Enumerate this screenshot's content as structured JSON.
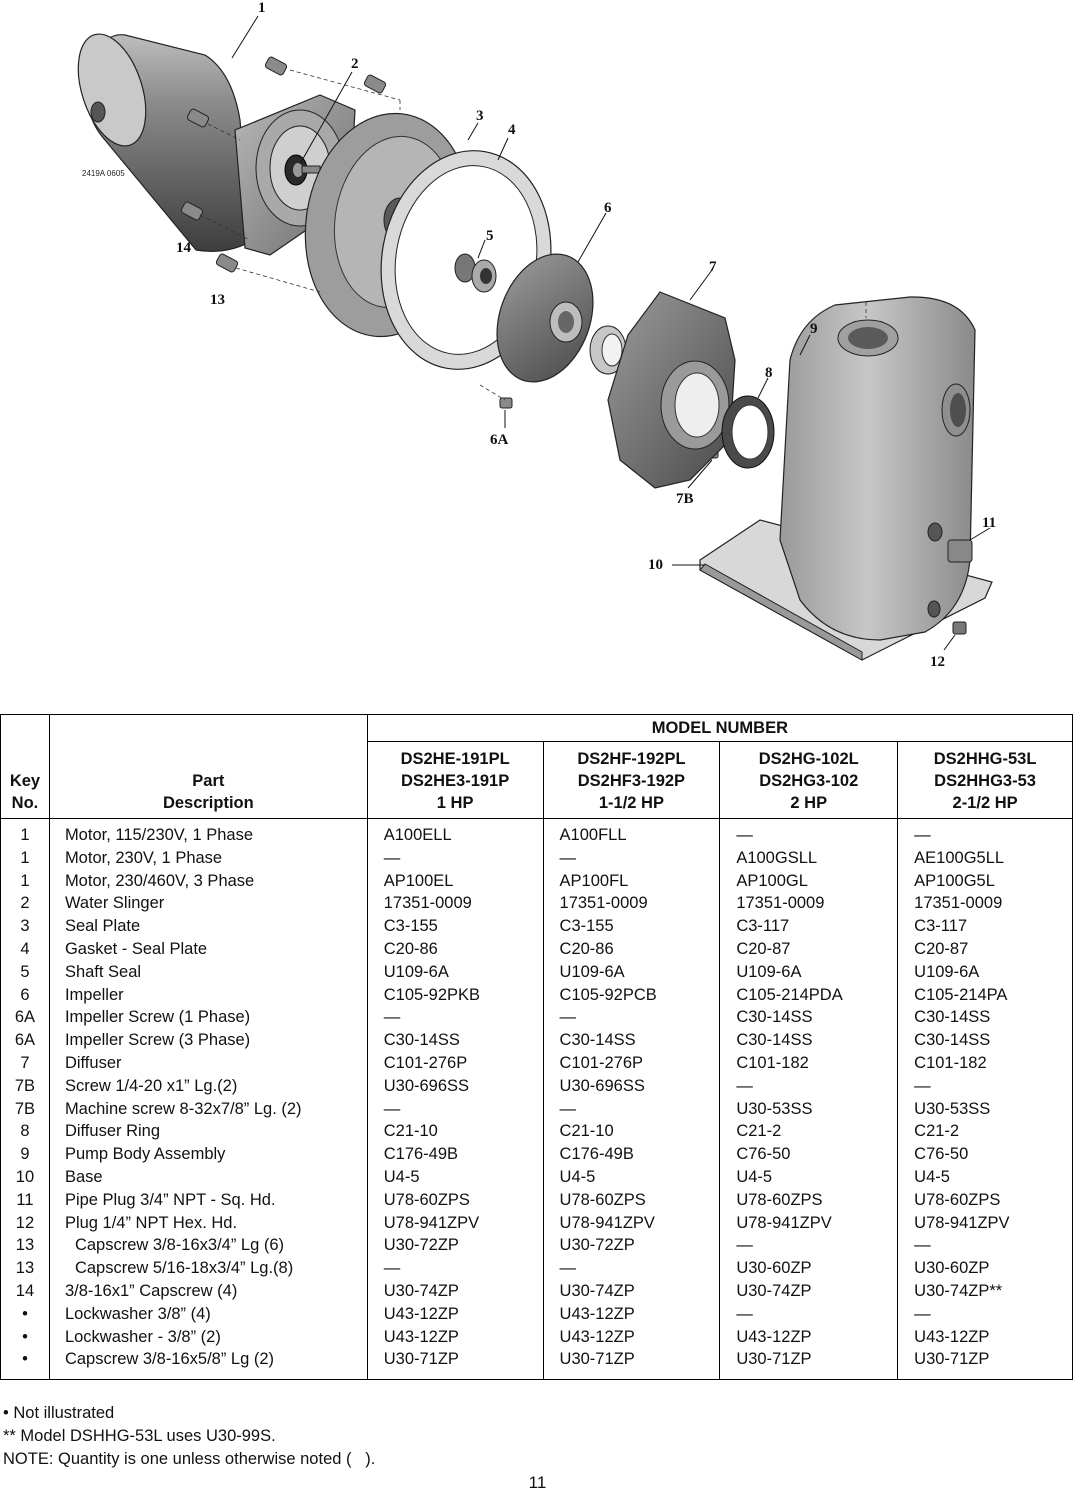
{
  "diagram": {
    "drawing_id": "2419A  0605",
    "callouts": [
      "1",
      "2",
      "3",
      "4",
      "5",
      "6",
      "6A",
      "7",
      "7B",
      "8",
      "9",
      "10",
      "11",
      "12",
      "13",
      "14"
    ]
  },
  "table": {
    "group_header": "MODEL NUMBER",
    "key_header": [
      "Key",
      "No."
    ],
    "desc_header": [
      "Part",
      "Description"
    ],
    "models": [
      {
        "lines": [
          "DS2HE-191PL",
          "DS2HE3-191P",
          "1 HP"
        ]
      },
      {
        "lines": [
          "DS2HF-192PL",
          "DS2HF3-192P",
          "1-1/2 HP"
        ]
      },
      {
        "lines": [
          "DS2HG-102L",
          "DS2HG3-102",
          "2 HP"
        ]
      },
      {
        "lines": [
          "DS2HHG-53L",
          "DS2HHG3-53",
          "2-1/2 HP"
        ]
      }
    ],
    "rows": [
      {
        "key": "1",
        "desc": "Motor, 115/230V, 1 Phase",
        "parts": [
          "A100ELL",
          "A100FLL",
          "—",
          "—"
        ]
      },
      {
        "key": "1",
        "desc": "Motor, 230V, 1 Phase",
        "parts": [
          "—",
          "—",
          "A100GSLL",
          "AE100G5LL"
        ]
      },
      {
        "key": "1",
        "desc": "Motor, 230/460V, 3 Phase",
        "parts": [
          "AP100EL",
          "AP100FL",
          "AP100GL",
          "AP100G5L"
        ]
      },
      {
        "key": "2",
        "desc": "Water Slinger",
        "parts": [
          "17351-0009",
          "17351-0009",
          "17351-0009",
          "17351-0009"
        ]
      },
      {
        "key": "3",
        "desc": "Seal Plate",
        "parts": [
          "C3-155",
          "C3-155",
          "C3-117",
          "C3-117"
        ]
      },
      {
        "key": "4",
        "desc": "Gasket - Seal Plate",
        "parts": [
          "C20-86",
          "C20-86",
          "C20-87",
          "C20-87"
        ]
      },
      {
        "key": "5",
        "desc": "Shaft Seal",
        "parts": [
          "U109-6A",
          "U109-6A",
          "U109-6A",
          "U109-6A"
        ]
      },
      {
        "key": "6",
        "desc": "Impeller",
        "parts": [
          "C105-92PKB",
          "C105-92PCB",
          "C105-214PDA",
          "C105-214PA"
        ]
      },
      {
        "key": "6A",
        "desc": "Impeller Screw (1 Phase)",
        "parts": [
          "—",
          "—",
          "C30-14SS",
          "C30-14SS"
        ]
      },
      {
        "key": "6A",
        "desc": "Impeller Screw (3 Phase)",
        "parts": [
          "C30-14SS",
          "C30-14SS",
          "C30-14SS",
          "C30-14SS"
        ]
      },
      {
        "key": "7",
        "desc": "Diffuser",
        "parts": [
          "C101-276P",
          "C101-276P",
          "C101-182",
          "C101-182"
        ]
      },
      {
        "key": "7B",
        "desc": "Screw 1/4-20 x1” Lg.(2)",
        "parts": [
          "U30-696SS",
          "U30-696SS",
          "—",
          "—"
        ]
      },
      {
        "key": "7B",
        "desc": "Machine screw 8-32x7/8” Lg. (2)",
        "parts": [
          "—",
          "—",
          "U30-53SS",
          "U30-53SS"
        ]
      },
      {
        "key": "8",
        "desc": "Diffuser Ring",
        "parts": [
          "C21-10",
          "C21-10",
          "C21-2",
          "C21-2"
        ]
      },
      {
        "key": "9",
        "desc": "Pump Body Assembly",
        "parts": [
          "C176-49B",
          "C176-49B",
          "C76-50",
          "C76-50"
        ]
      },
      {
        "key": "10",
        "desc": "Base",
        "parts": [
          "U4-5",
          "U4-5",
          "U4-5",
          "U4-5"
        ]
      },
      {
        "key": "11",
        "desc": "Pipe Plug 3/4” NPT - Sq. Hd.",
        "parts": [
          "U78-60ZPS",
          "U78-60ZPS",
          "U78-60ZPS",
          "U78-60ZPS"
        ]
      },
      {
        "key": "12",
        "desc": "Plug 1/4” NPT Hex. Hd.",
        "parts": [
          "U78-941ZPV",
          "U78-941ZPV",
          "U78-941ZPV",
          "U78-941ZPV"
        ]
      },
      {
        "key": "13",
        "desc": "Capscrew 3/8-16x3/4” Lg (6)",
        "parts": [
          "U30-72ZP",
          "U30-72ZP",
          "—",
          "—"
        ],
        "indent": true
      },
      {
        "key": "13",
        "desc": "Capscrew 5/16-18x3/4” Lg.(8)",
        "parts": [
          "—",
          "—",
          "U30-60ZP",
          "U30-60ZP"
        ],
        "indent": true
      },
      {
        "key": "14",
        "desc": "3/8-16x1” Capscrew (4)",
        "parts": [
          "U30-74ZP",
          "U30-74ZP",
          "U30-74ZP",
          "U30-74ZP**"
        ]
      },
      {
        "key": "•",
        "desc": "Lockwasher 3/8” (4)",
        "parts": [
          "U43-12ZP",
          "U43-12ZP",
          "—",
          "—"
        ]
      },
      {
        "key": "•",
        "desc": "Lockwasher - 3/8” (2)",
        "parts": [
          "U43-12ZP",
          "U43-12ZP",
          "U43-12ZP",
          "U43-12ZP"
        ]
      },
      {
        "key": "•",
        "desc": "Capscrew 3/8-16x5/8” Lg (2)",
        "parts": [
          "U30-71ZP",
          "U30-71ZP",
          "U30-71ZP",
          "U30-71ZP"
        ]
      }
    ]
  },
  "notes": [
    "• Not illustrated",
    "** Model DSHHG-53L uses U30-99S.",
    "NOTE: Quantity is one unless otherwise noted (   )."
  ],
  "page_number": "11"
}
